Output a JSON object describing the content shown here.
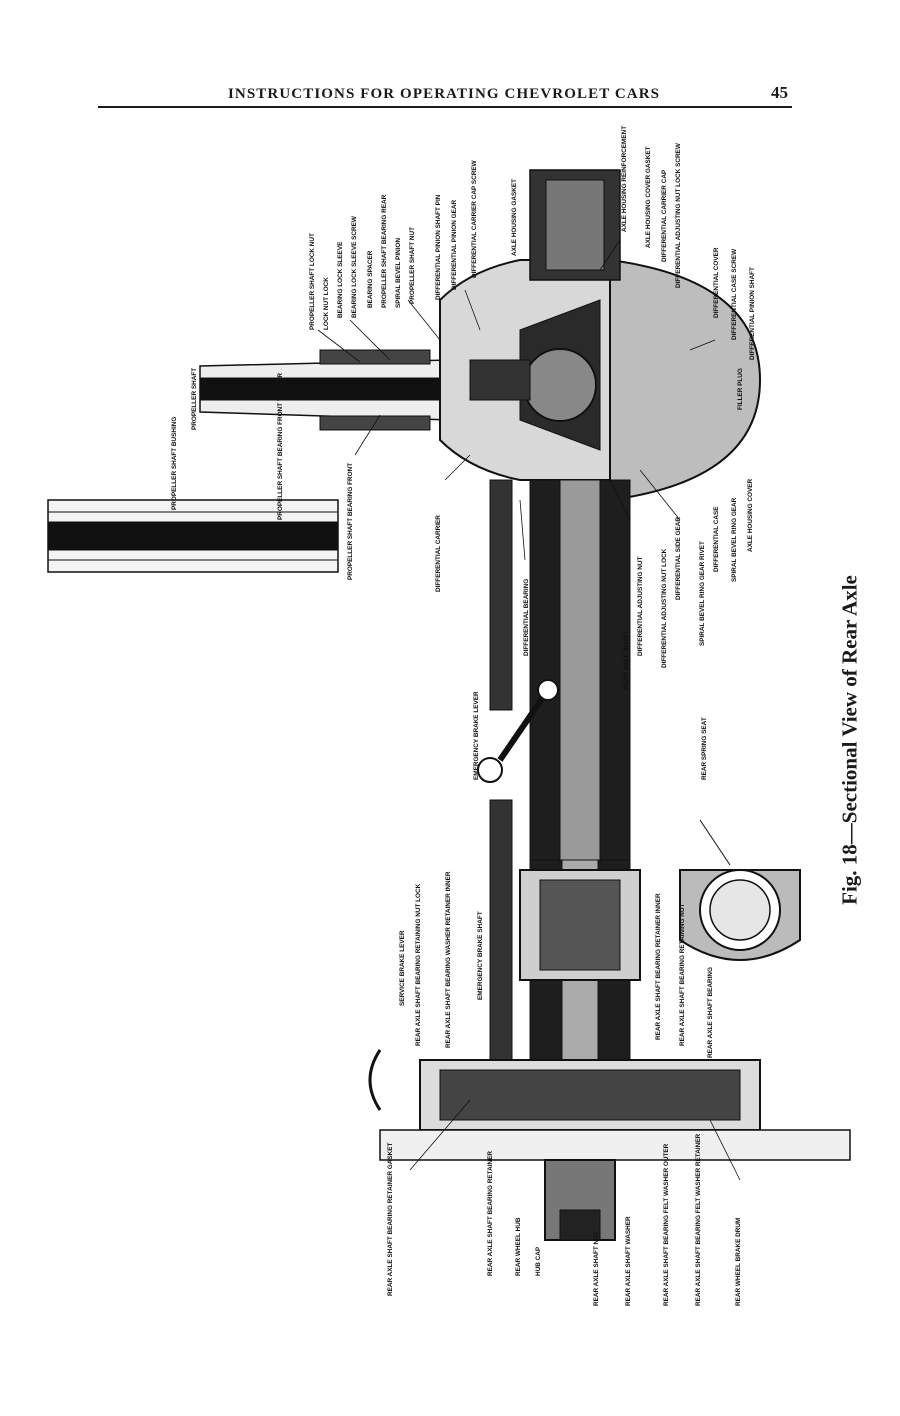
{
  "header": {
    "running_title": "INSTRUCTIONS FOR OPERATING CHEVROLET CARS",
    "page_number": "45"
  },
  "figure": {
    "caption": "Fig. 18—Sectional View of Rear Axle",
    "labels": {
      "propeller_shaft_bushing": "PROPELLER SHAFT BUSHING",
      "propeller_shaft": "PROPELLER SHAFT",
      "propeller_shaft_lock_nut": "PROPELLER SHAFT LOCK NUT",
      "lock_nut_lock": "LOCK NUT LOCK",
      "bearing_lock_sleeve": "BEARING LOCK SLEEVE",
      "bearing_lock_sleeve_screw": "BEARING LOCK SLEEVE SCREW",
      "bearing_spacer": "BEARING SPACER",
      "propeller_shaft_bearing_rear": "PROPELLER SHAFT BEARING REAR",
      "spiral_bevel_pinion": "SPIRAL BEVEL PINION",
      "propeller_shaft_nut": "PROPELLER SHAFT NUT",
      "differential_pinion_shaft_pin": "DIFFERENTIAL PINION SHAFT PIN",
      "differential_pinion_gear": "DIFFERENTIAL PINION GEAR",
      "differential_carrier_cap_screw": "DIFFERENTIAL CARRIER CAP SCREW",
      "axle_housing_gasket": "AXLE HOUSING GASKET",
      "axle_housing_reinforcement": "AXLE HOUSING REINFORCEMENT",
      "axle_housing_cover_gasket": "AXLE HOUSING COVER GASKET",
      "differential_carrier_cap": "DIFFERENTIAL CARRIER CAP",
      "differential_adjusting_nut_lock_screw": "DIFFERENTIAL ADJUSTING NUT LOCK SCREW",
      "differential_cover": "DIFFERENTIAL COVER",
      "differential_case_screw": "DIFFERENTIAL CASE SCREW",
      "differential_pinion_shaft": "DIFFERENTIAL PINION SHAFT",
      "propeller_shaft_bearing_front_washer": "PROPELLER SHAFT BEARING FRONT WASHER",
      "propeller_shaft_bearing_front": "PROPELLER SHAFT BEARING FRONT",
      "differential_carrier": "DIFFERENTIAL CARRIER",
      "differential_bearing": "DIFFERENTIAL BEARING",
      "rear_axle_shaft": "REAR AXLE SHAFT",
      "differential_adjusting_nut": "DIFFERENTIAL ADJUSTING NUT",
      "differential_adjusting_nut_lock": "DIFFERENTIAL ADJUSTING NUT LOCK",
      "differential_side_gear": "DIFFERENTIAL SIDE GEAR",
      "spiral_bevel_ring_gear_rivet": "SPIRAL BEVEL RING GEAR RIVET",
      "differential_case": "DIFFERENTIAL CASE",
      "spiral_bevel_ring_gear": "SPIRAL BEVEL RING GEAR",
      "axle_housing_cover": "AXLE HOUSING COVER",
      "filler_plug": "FILLER PLUG",
      "emergency_brake_lever": "EMERGENCY BRAKE LEVER",
      "rear_spring_seat": "REAR SPRING SEAT",
      "emergency_brake_shaft": "EMERGENCY BRAKE SHAFT",
      "service_brake_lever": "SERVICE BRAKE LEVER",
      "rear_axle_shaft_bearing_retaining_nut_lock": "REAR AXLE SHAFT BEARING RETAINING NUT LOCK",
      "rear_axle_shaft_bearing_washer_retainer_inner": "REAR AXLE SHAFT BEARING WASHER RETAINER INNER",
      "rear_axle_shaft_bearing_retainer_inner": "REAR AXLE SHAFT BEARING RETAINER INNER",
      "rear_axle_shaft_bearing_retaining_nut": "REAR AXLE SHAFT BEARING RETAINING NUT",
      "rear_axle_shaft_bearing": "REAR AXLE SHAFT BEARING",
      "rear_axle_shaft_bearing_retainer_gasket": "REAR AXLE SHAFT BEARING RETAINER GASKET",
      "rear_axle_shaft_bearing_retainer": "REAR AXLE SHAFT BEARING RETAINER",
      "rear_wheel_hub": "REAR WHEEL HUB",
      "hub_cap": "HUB CAP",
      "rear_axle_shaft_nut": "REAR AXLE SHAFT NUT",
      "rear_axle_shaft_washer": "REAR AXLE SHAFT WASHER",
      "rear_axle_shaft_bearing_felt_washer_outer": "REAR AXLE SHAFT BEARING FELT WASHER OUTER",
      "rear_axle_shaft_bearing_felt_washer_retainer": "REAR AXLE SHAFT BEARING FELT WASHER RETAINER",
      "rear_wheel_brake_drum": "REAR WHEEL BRAKE DRUM"
    }
  }
}
